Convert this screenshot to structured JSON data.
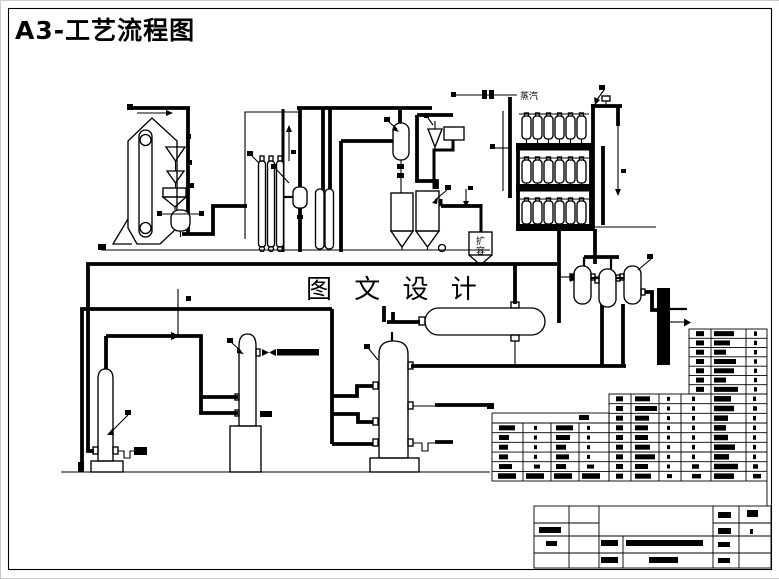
{
  "header": {
    "title": "A3-工艺流程图"
  },
  "watermark": {
    "text": "图 文 设 计"
  },
  "diagram": {
    "labels": {
      "steam_line": "蒸汽",
      "expander_top": "扩",
      "expander_bottom": "容"
    }
  },
  "colors": {
    "title_red": "#e60000",
    "line_black": "#000000",
    "paper_white": "#ffffff",
    "watermark_gray": "#1b1b1b"
  }
}
